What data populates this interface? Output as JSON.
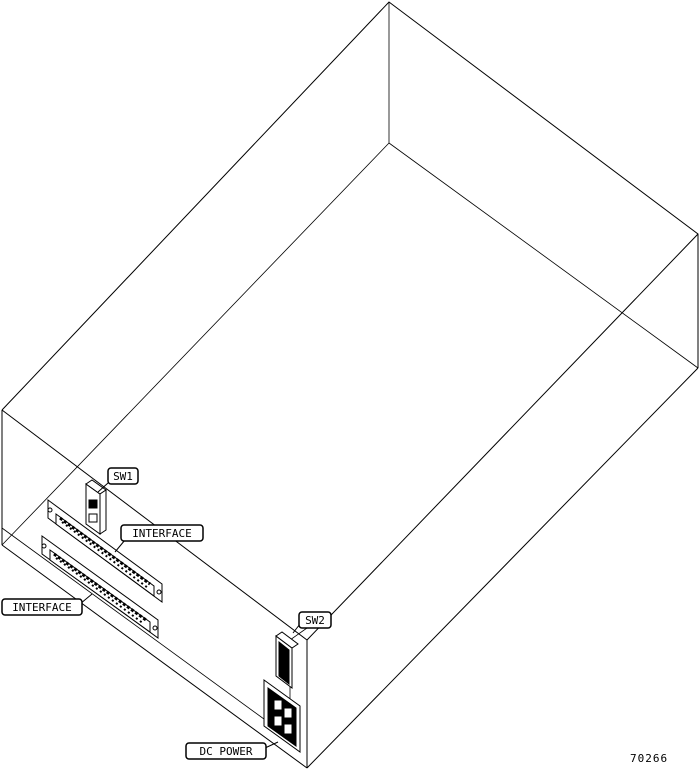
{
  "callouts": {
    "sw1": "SW1",
    "interface_upper": "INTERFACE",
    "interface_lower": "INTERFACE",
    "sw2": "SW2",
    "dc_power": "DC POWER"
  },
  "figure_number": "70266",
  "colors": {
    "line": "#000000",
    "background": "#ffffff"
  }
}
